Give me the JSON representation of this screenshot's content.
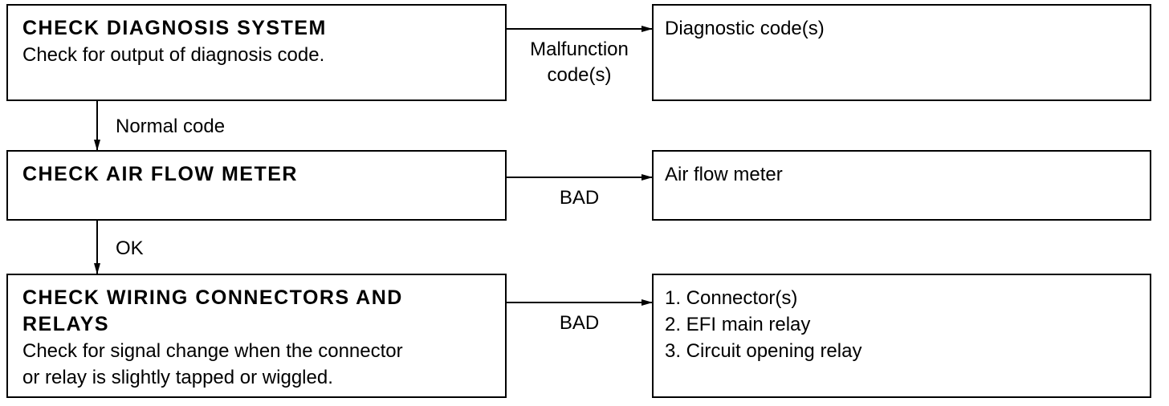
{
  "steps": [
    {
      "title": "CHECK DIAGNOSIS SYSTEM",
      "description": "Check for output of diagnosis code.",
      "side_label": "Malfunction\ncode(s)",
      "result_lines": [
        "Diagnostic code(s)"
      ],
      "down_label": "Normal code"
    },
    {
      "title": "CHECK AIR FLOW METER",
      "description": "",
      "side_label": "BAD",
      "result_lines": [
        "Air flow meter"
      ],
      "down_label": "OK"
    },
    {
      "title": "CHECK WIRING CONNECTORS AND\nRELAYS",
      "description": "Check for signal change when the connector\nor relay is slightly tapped or wiggled.",
      "side_label": "BAD",
      "result_lines": [
        "1. Connector(s)",
        "2. EFI main relay",
        "3. Circuit opening relay"
      ]
    }
  ]
}
